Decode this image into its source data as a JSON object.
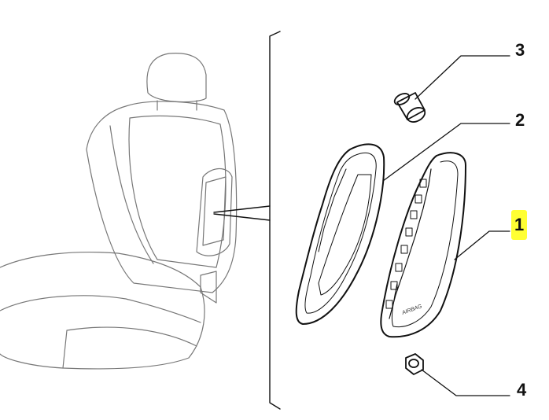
{
  "callouts": [
    {
      "number": "1",
      "highlighted": true
    },
    {
      "number": "2",
      "highlighted": false
    },
    {
      "number": "3",
      "highlighted": false
    },
    {
      "number": "4",
      "highlighted": false
    }
  ],
  "part_marking": "AIRBAG",
  "colors": {
    "line": "#111111",
    "highlight": "#ffff33",
    "seat_line": "#777777"
  }
}
